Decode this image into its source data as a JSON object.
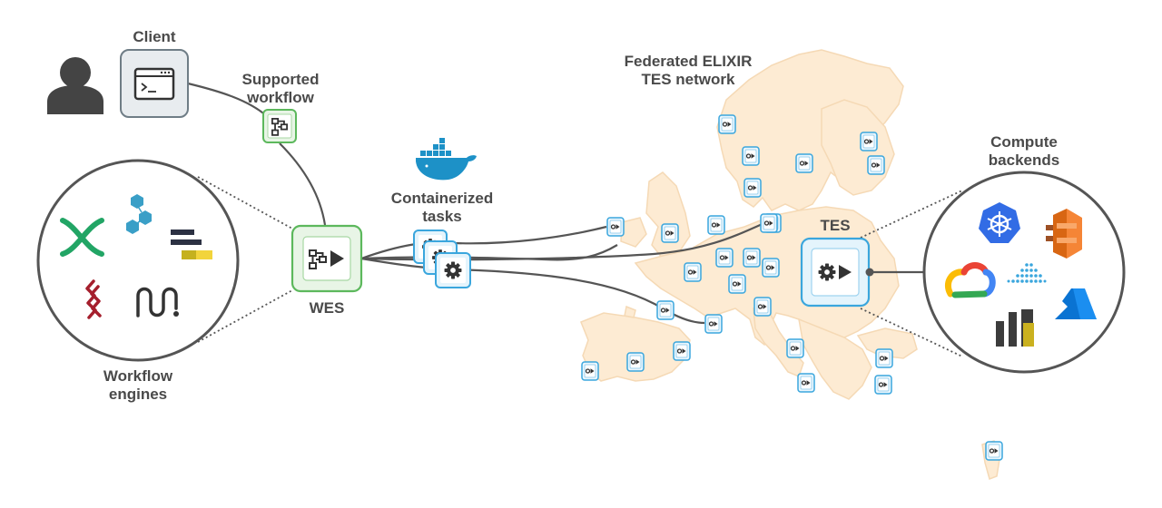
{
  "labels": {
    "client": "Client",
    "supported_workflow": [
      "Supported",
      "workflow"
    ],
    "federated": [
      "Federated ELIXIR",
      "TES network"
    ],
    "containerized": [
      "Containerized",
      "tasks"
    ],
    "wes": "WES",
    "tes": "TES",
    "workflow_engines": [
      "Workflow",
      "engines"
    ],
    "compute_backends": [
      "Compute",
      "backends"
    ]
  },
  "colors": {
    "map": "#fdebd3",
    "map_stroke": "#f5d9b5",
    "green": "#5cb85c",
    "green_fill": "#e8f5e6",
    "blue": "#3aa6dd",
    "blue_fill": "#e4f4fc",
    "grey": "#555555",
    "client_fill": "#e8ecef",
    "client_stroke": "#6f7d86"
  },
  "icons": {
    "user": "user-icon",
    "terminal": "terminal-icon",
    "workflow": "workflow-icon",
    "docker": "docker-whale-icon",
    "gear": "gear-icon",
    "play": "play-icon",
    "engines": [
      "nextflow-icon",
      "cwl-icon",
      "snakemake-icon",
      "galaxy-icon",
      "toil-icon"
    ],
    "backends": [
      "kubernetes-icon",
      "aws-icon",
      "google-cloud-icon",
      "dots-icon",
      "azure-icon",
      "bars-icon"
    ]
  },
  "tes_nodes_count": 27
}
